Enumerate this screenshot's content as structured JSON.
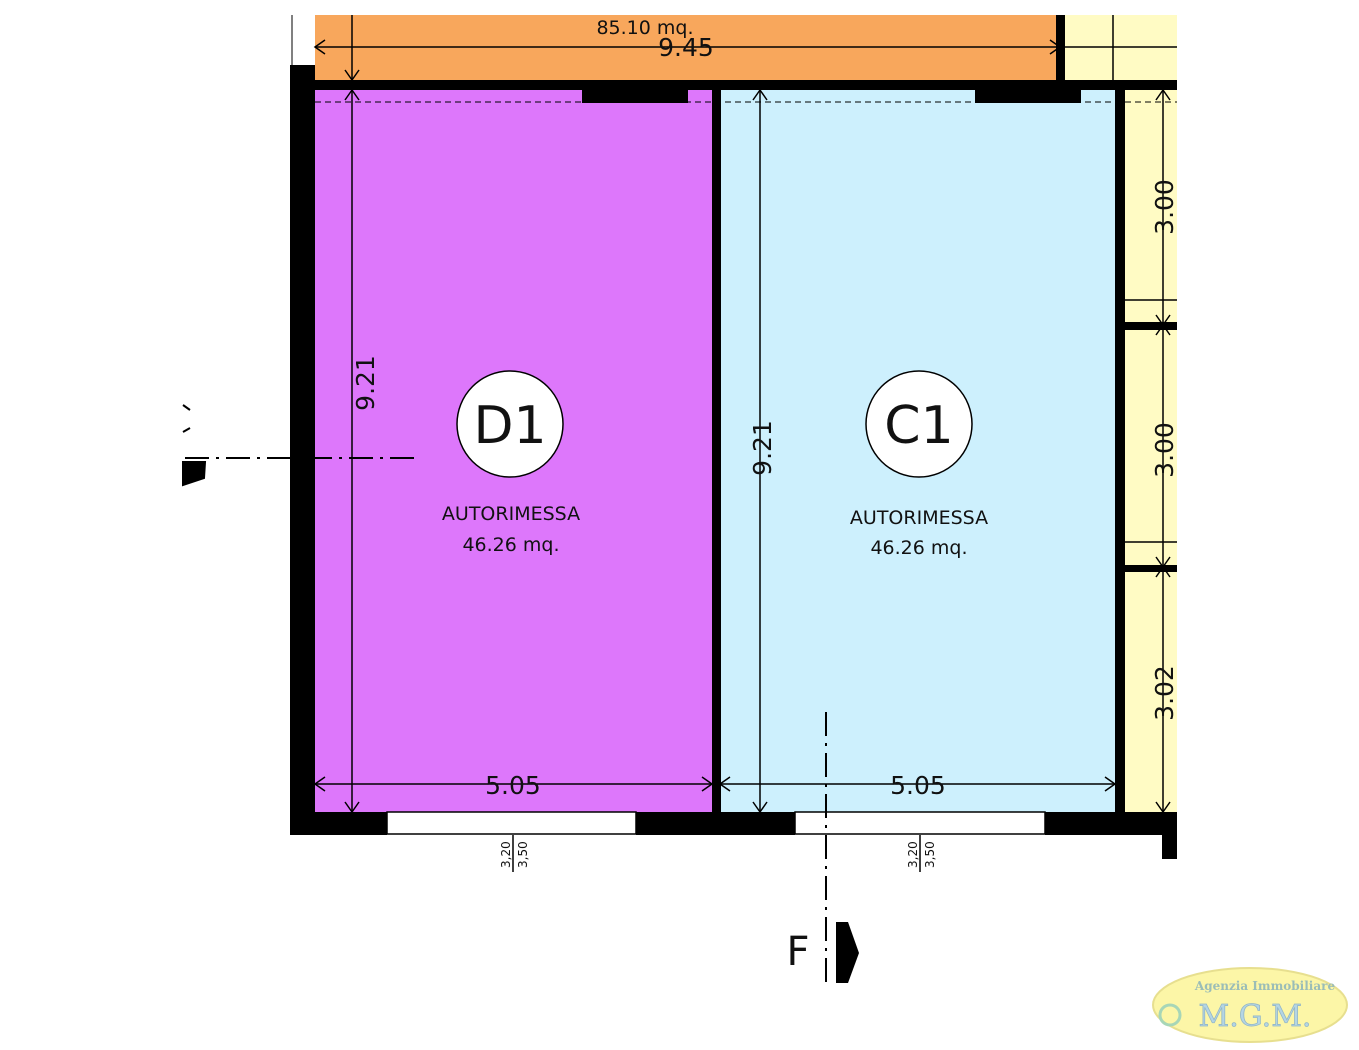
{
  "plan": {
    "top_room_area": "85.10 mq.",
    "top_width": "9.45",
    "units": [
      {
        "code": "D1",
        "name": "AUTORIMESSA",
        "area": "46.26 mq.",
        "depth": "9.21",
        "width": "5.05",
        "door_h1": "3,20",
        "door_h2": "3,50"
      },
      {
        "code": "C1",
        "name": "AUTORIMESSA",
        "area": "46.26 mq.",
        "depth": "9.21",
        "width": "5.05",
        "door_h1": "3,20",
        "door_h2": "3,50"
      }
    ],
    "right_dims": [
      "3.00",
      "3.00",
      "3.02"
    ],
    "section_label": "F"
  },
  "logo": {
    "line1": "Agenzia Immobiliare",
    "line2": "M.G.M."
  },
  "colors": {
    "orange": "#f8a75c",
    "purple": "#dd77fb",
    "light_blue": "#cdf0fd",
    "yellow": "#fffbc4",
    "wall": "#000000"
  }
}
